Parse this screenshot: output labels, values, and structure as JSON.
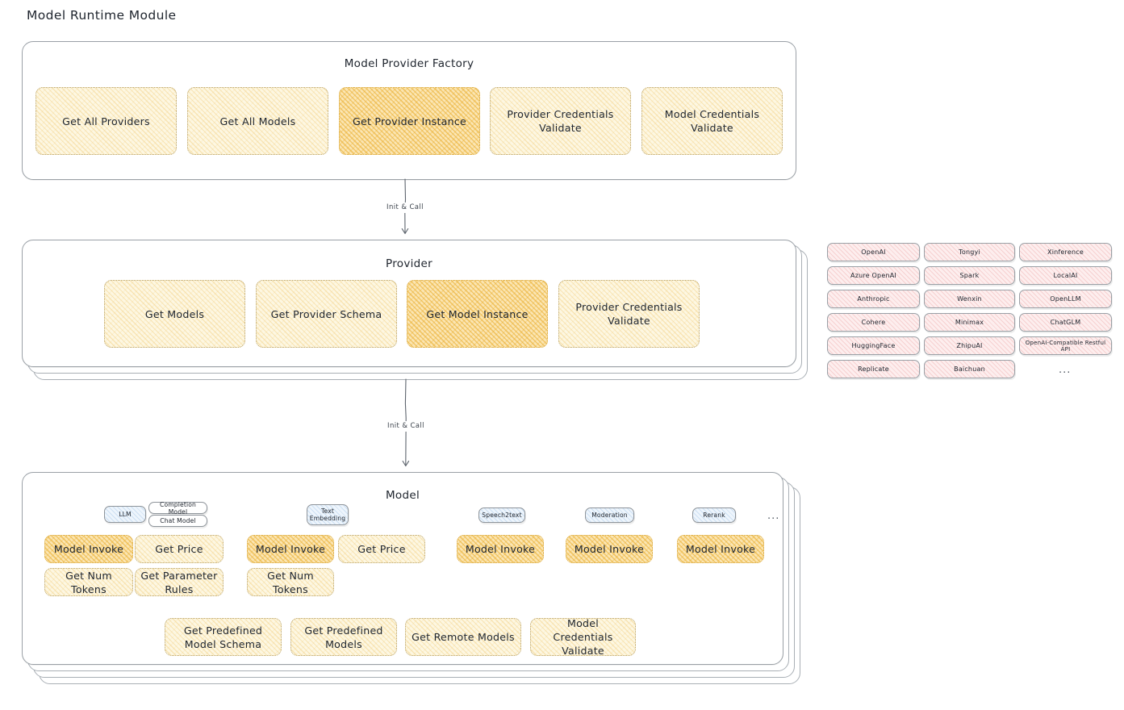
{
  "title": "Model Runtime Module",
  "factory": {
    "title": "Model Provider Factory",
    "nodes": [
      {
        "label": "Get All Providers",
        "highlight": false
      },
      {
        "label": "Get All Models",
        "highlight": false
      },
      {
        "label": "Get Provider Instance",
        "highlight": true
      },
      {
        "label": "Provider Credentials Validate",
        "highlight": false
      },
      {
        "label": "Model Credentials Validate",
        "highlight": false
      }
    ]
  },
  "connectors": [
    {
      "label": "Init & Call"
    },
    {
      "label": "Init & Call"
    }
  ],
  "provider": {
    "title": "Provider",
    "nodes": [
      {
        "label": "Get Models",
        "highlight": false
      },
      {
        "label": "Get Provider Schema",
        "highlight": false
      },
      {
        "label": "Get Model Instance",
        "highlight": true
      },
      {
        "label": "Provider Credentials Validate",
        "highlight": false
      }
    ]
  },
  "provider_list": {
    "columns": [
      [
        "OpenAI",
        "Azure OpenAI",
        "Anthropic",
        "Cohere",
        "HuggingFace",
        "Replicate"
      ],
      [
        "Tongyi",
        "Spark",
        "Wenxin",
        "Minimax",
        "ZhipuAI",
        "Baichuan"
      ],
      [
        "Xinference",
        "LocalAI",
        "OpenLLM",
        "ChatGLM",
        "OpenAI-Compatible Restful API"
      ]
    ],
    "more": "..."
  },
  "model": {
    "title": "Model",
    "more": "...",
    "types": [
      {
        "name": "LLM",
        "sub": [
          "Completion Model",
          "Chat Model"
        ],
        "actions": [
          {
            "label": "Model Invoke",
            "highlight": true
          },
          {
            "label": "Get Price",
            "highlight": false
          },
          {
            "label": "Get Num Tokens",
            "highlight": false
          },
          {
            "label": "Get Parameter Rules",
            "highlight": false
          }
        ]
      },
      {
        "name": "Text Embedding",
        "sub": [],
        "actions": [
          {
            "label": "Model Invoke",
            "highlight": true
          },
          {
            "label": "Get Price",
            "highlight": false
          },
          {
            "label": "Get Num Tokens",
            "highlight": false
          }
        ]
      },
      {
        "name": "Speech2text",
        "sub": [],
        "actions": [
          {
            "label": "Model Invoke",
            "highlight": true
          }
        ]
      },
      {
        "name": "Moderation",
        "sub": [],
        "actions": [
          {
            "label": "Model Invoke",
            "highlight": true
          }
        ]
      },
      {
        "name": "Rerank",
        "sub": [],
        "actions": [
          {
            "label": "Model Invoke",
            "highlight": true
          }
        ]
      }
    ],
    "shared_actions": [
      {
        "label": "Get Predefined Model Schema",
        "highlight": false
      },
      {
        "label": "Get Predefined Models",
        "highlight": false
      },
      {
        "label": "Get Remote Models",
        "highlight": false
      },
      {
        "label": "Model Credentials Validate",
        "highlight": false
      }
    ]
  },
  "colors": {
    "node_fill": "#fdf7e2",
    "node_highlight_fill": "#fbe6b4",
    "provider_chip_fill": "#fdeeee",
    "model_type_chip_fill": "#eef5fc",
    "border": "#9aa0a6",
    "text": "#20262f"
  }
}
